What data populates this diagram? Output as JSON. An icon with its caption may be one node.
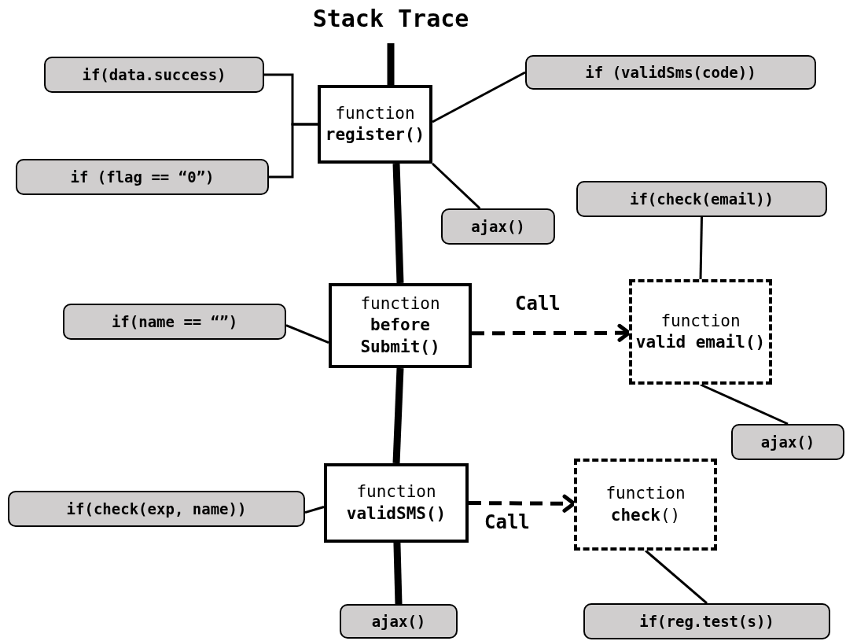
{
  "diagram": {
    "title": "Stack Trace",
    "nodes": [
      {
        "text": [
          "function",
          "register()"
        ]
      },
      {
        "text": [
          "function",
          "before Submit()"
        ]
      },
      {
        "text": [
          "function",
          "validSMS()"
        ]
      },
      {
        "text": [
          "function",
          "valid email()"
        ]
      },
      {
        "text": [
          "function",
          "**check**()"
        ]
      },
      {
        "text": [
          "if(data.success)"
        ]
      },
      {
        "text": [
          "if (flag == “0”)"
        ]
      },
      {
        "text": [
          "if (validSms(code))"
        ]
      },
      {
        "text": [
          "ajax()"
        ]
      },
      {
        "text": [
          "if(check(email))"
        ]
      },
      {
        "text": [
          "if(name == “”)"
        ]
      },
      {
        "text": [
          "ajax()"
        ]
      },
      {
        "text": [
          "if(check(exp, name))"
        ]
      },
      {
        "text": [
          "ajax()"
        ]
      },
      {
        "text": [
          "if(reg.test(s))"
        ]
      }
    ],
    "edges": [
      {
        "from": null,
        "to": 0,
        "arrow": "none",
        "style": "thick"
      },
      {
        "from": 0,
        "to": 1,
        "arrow": "none",
        "style": "thick"
      },
      {
        "from": 1,
        "to": 2,
        "arrow": "none",
        "style": "thick"
      },
      {
        "from": 2,
        "to": 13,
        "arrow": "none",
        "style": "thick"
      },
      {
        "from": 5,
        "to": 0,
        "arrow": "none"
      },
      {
        "from": 6,
        "to": 0,
        "arrow": "none"
      },
      {
        "from": 0,
        "to": 7,
        "arrow": "none"
      },
      {
        "from": 0,
        "to": 8,
        "arrow": "none"
      },
      {
        "from": 10,
        "to": 1,
        "arrow": "none"
      },
      {
        "from": 1,
        "to": 3,
        "arrow": "to",
        "style": "dashed",
        "label": "Call"
      },
      {
        "from": 9,
        "to": 3,
        "arrow": "none"
      },
      {
        "from": 3,
        "to": 11,
        "arrow": "none"
      },
      {
        "from": 12,
        "to": 2,
        "arrow": "none"
      },
      {
        "from": 2,
        "to": 4,
        "arrow": "to",
        "style": "dashed",
        "label": "Call"
      },
      {
        "from": 4,
        "to": 14,
        "arrow": "none"
      }
    ]
  }
}
